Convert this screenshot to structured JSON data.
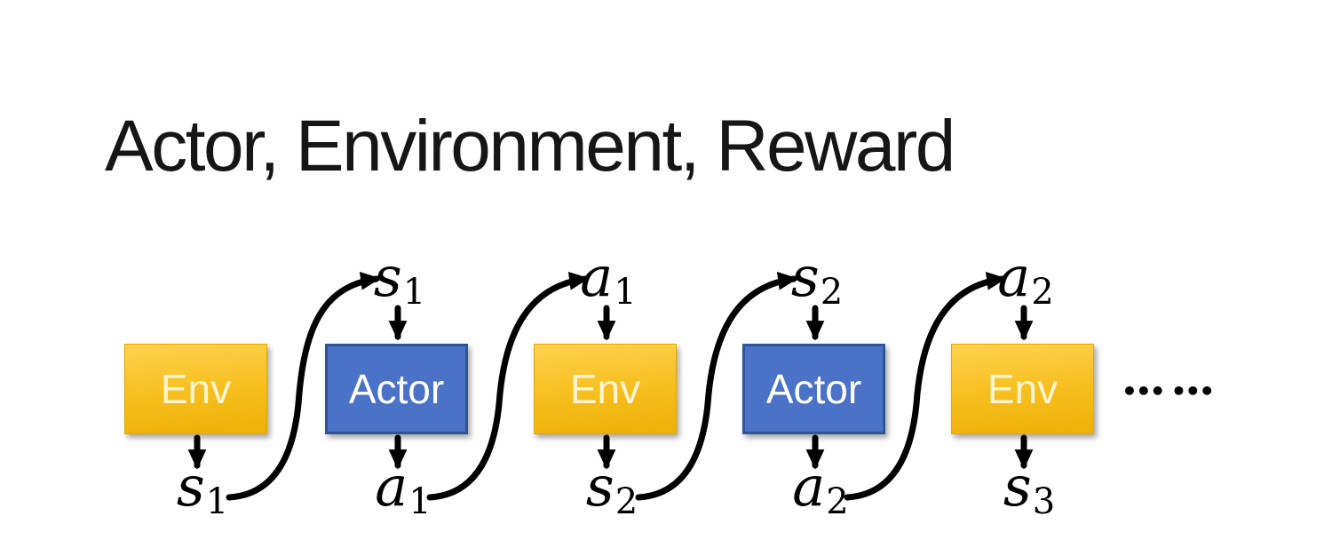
{
  "title": "Actor, Environment, Reward",
  "colors": {
    "env_top": "#FFD24E",
    "env_mid": "#F6BE1C",
    "env_bottom": "#EDB007",
    "env_border": "#E2A900",
    "env_text": "#FDF4D2",
    "actor_fill": "#4A72C6",
    "actor_border": "#2F5597",
    "actor_text": "#FFFFFF",
    "arrow": "#000000"
  },
  "diagram": {
    "boxes": [
      {
        "label": "Env",
        "type": "env"
      },
      {
        "label": "Actor",
        "type": "actor"
      },
      {
        "label": "Env",
        "type": "env"
      },
      {
        "label": "Actor",
        "type": "actor"
      },
      {
        "label": "Env",
        "type": "env"
      }
    ],
    "top_labels": [
      {
        "base": "s",
        "sub": "1"
      },
      {
        "base": "a",
        "sub": "1"
      },
      {
        "base": "s",
        "sub": "2"
      },
      {
        "base": "a",
        "sub": "2"
      }
    ],
    "bottom_labels": [
      {
        "base": "s",
        "sub": "1"
      },
      {
        "base": "a",
        "sub": "1"
      },
      {
        "base": "s",
        "sub": "2"
      },
      {
        "base": "a",
        "sub": "2"
      },
      {
        "base": "s",
        "sub": "3"
      }
    ],
    "continuation_dots": "••• •••"
  }
}
